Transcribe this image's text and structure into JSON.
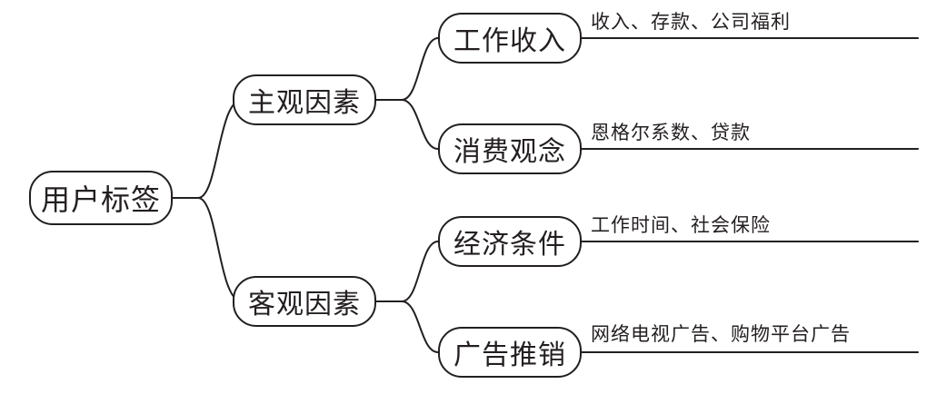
{
  "root": {
    "label": "用户标签"
  },
  "branches": [
    {
      "label": "主观因素",
      "children": [
        {
          "label": "工作收入",
          "detail": "收入、存款、公司福利"
        },
        {
          "label": "消费观念",
          "detail": "恩格尔系数、贷款"
        }
      ]
    },
    {
      "label": "客观因素",
      "children": [
        {
          "label": "经济条件",
          "detail": "工作时间、社会保险"
        },
        {
          "label": "广告推销",
          "detail": "网络电视广告、购物平台广告"
        }
      ]
    }
  ],
  "colors": {
    "line": "#231f20",
    "node_border": "#231f20",
    "background": "#ffffff"
  }
}
